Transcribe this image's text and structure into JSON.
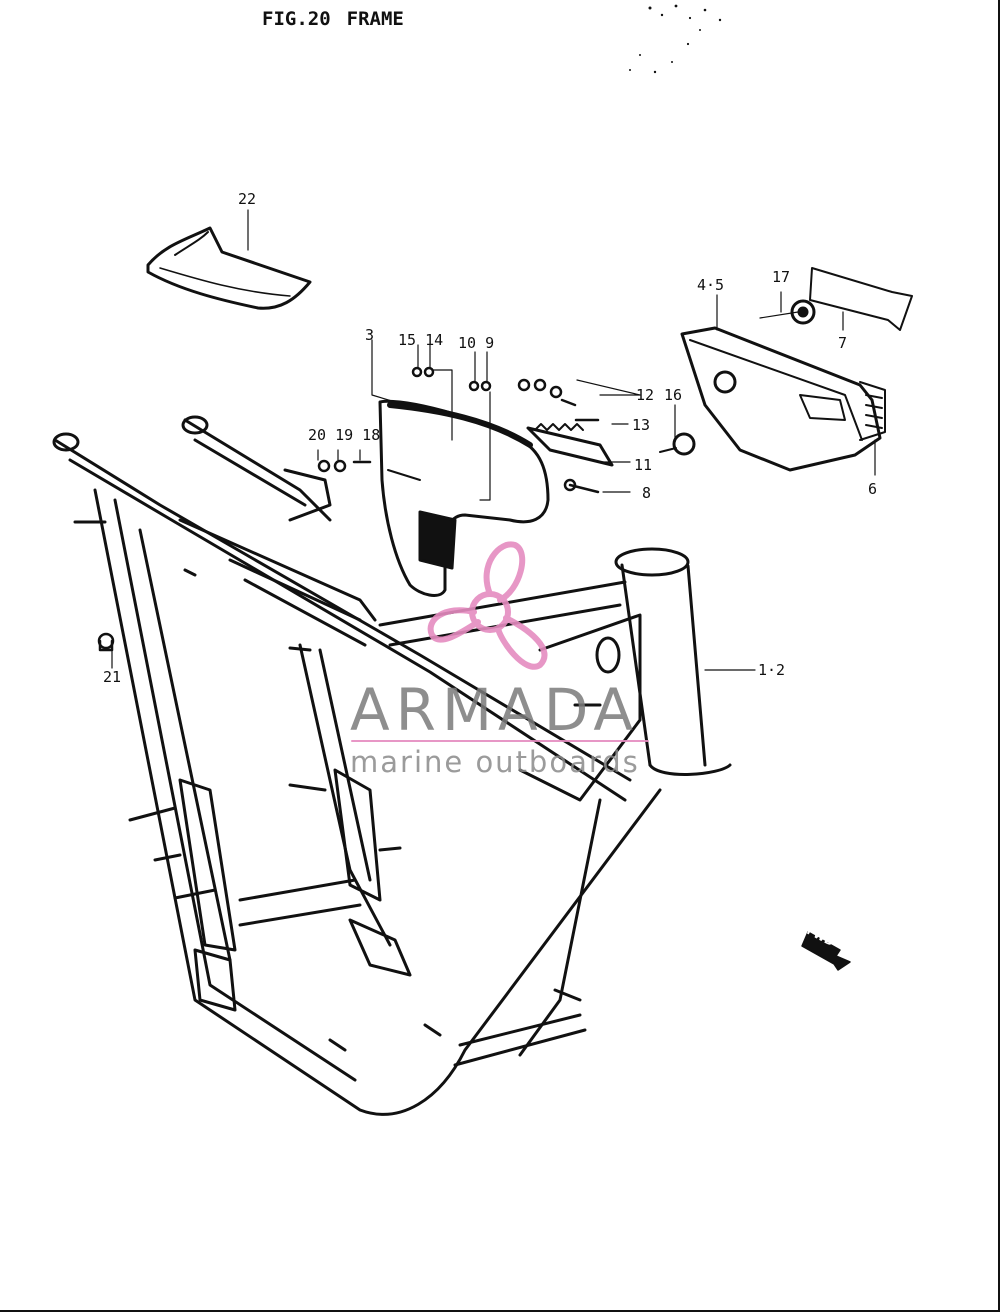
{
  "figure": {
    "fig_label": "FIG.20",
    "title": "FRAME"
  },
  "callouts": {
    "c22": "22",
    "c3": "3",
    "c15_14": "15 14",
    "c10_9": "10 9",
    "c4_5": "4·5",
    "c17": "17",
    "c7": "7",
    "c12": "12",
    "c16": "16",
    "c13": "13",
    "c20_19_18": "20 19 18",
    "c11": "11",
    "c8": "8",
    "c6": "6",
    "c21": "21",
    "c1_2": "1·2"
  },
  "direction_marker": {
    "text": "FWD"
  },
  "watermark": {
    "brand": "ARMADA",
    "tagline": "marine outboards",
    "accent_color": "#e58cc0",
    "text_color": "#7b7b7b"
  },
  "colors": {
    "ink": "#111111",
    "paper": "#ffffff"
  }
}
